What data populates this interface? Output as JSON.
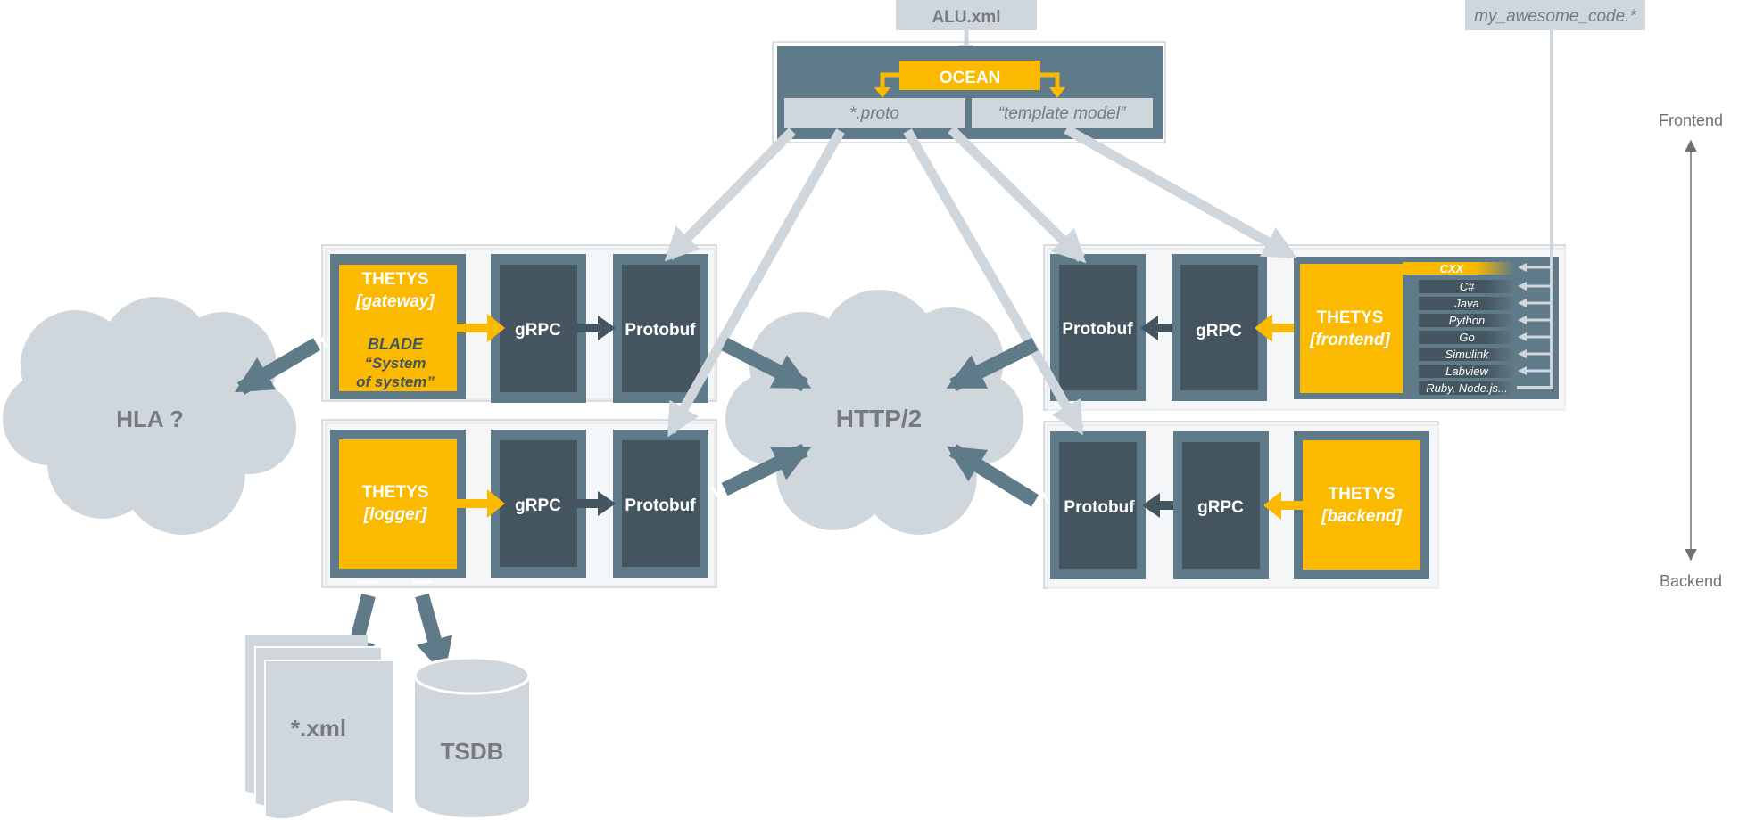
{
  "inputs": {
    "alu_xml": "ALU.xml",
    "my_code": "my_awesome_code.*"
  },
  "ocean": {
    "title": "OCEAN",
    "proto": "*.proto",
    "template_model": "“template model”"
  },
  "gateway": {
    "thetys": "THETYS",
    "role": "[gateway]",
    "blade": "BLADE",
    "sys1": "“System",
    "sys2": "of system”"
  },
  "logger": {
    "thetys": "THETYS",
    "role": "[logger]"
  },
  "frontend": {
    "thetys": "THETYS",
    "role": "[frontend]"
  },
  "backend": {
    "thetys": "THETYS",
    "role": "[backend]"
  },
  "labels": {
    "grpc": "gRPC",
    "protobuf": "Protobuf"
  },
  "clouds": {
    "hla": "HLA ?",
    "http2": "HTTP/2"
  },
  "storage": {
    "xml": "*.xml",
    "tsdb": "TSDB"
  },
  "languages": [
    "CXX",
    "C#",
    "Java",
    "Python",
    "Go",
    "Simulink",
    "Labview",
    "Ruby, Node.js..."
  ],
  "axis": {
    "top": "Frontend",
    "bottom": "Backend"
  },
  "colors": {
    "accent": "#fbb900",
    "dark_slate": "#44555f",
    "mid_slate": "#5f7a88",
    "light_gray": "#cfd7dc"
  }
}
